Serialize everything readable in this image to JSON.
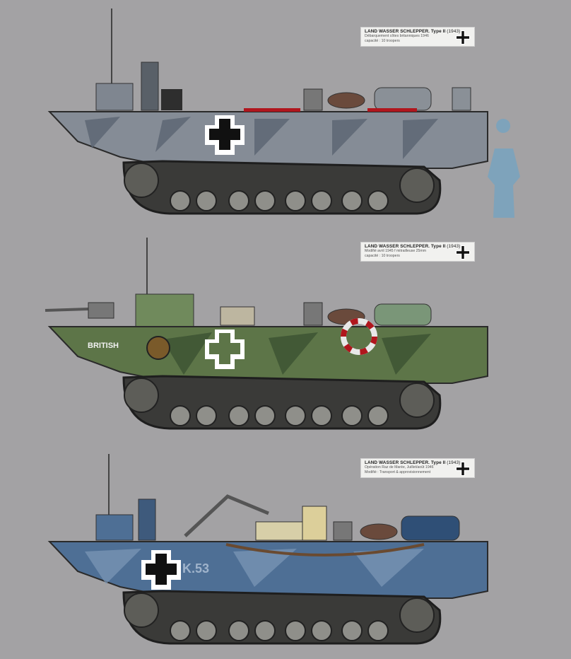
{
  "plates": [
    {
      "title": "LAND WASSER SCHLEPPER. Type II",
      "year": "(1943)",
      "line2": "Débarquement côtes britanniques 1946",
      "line3": "capacité : 10 troopers",
      "hull_color": "#858c96",
      "camo_color": "#5a6472"
    },
    {
      "title": "LAND WASSER SCHLEPPER. Type II",
      "year": "(1943)",
      "line2": "Modifié avril 1945 f mitrailleuse 25mm",
      "line3": "capacité : 10 troopers",
      "marking_text": "BRITISH",
      "hull_color": "#5d7548",
      "camo_color": "#3c5232"
    },
    {
      "title": "LAND WASSER SCHLEPPER. Type II",
      "year": "(1943)",
      "line2": "Opération Raz de Marée, Juillet/août 1946",
      "line3": "Modifié : Transport & approvisionnement",
      "marking_text": "K.53",
      "hull_color": "#4e6f95",
      "camo_color": "#7d98b8"
    }
  ],
  "colors": {
    "background": "#a3a2a4",
    "track": "#3a3a38",
    "wheel": "#8f8f8a",
    "soldier": "#7ea3bb",
    "red_accent": "#b0161d"
  },
  "icon": "balkenkreuz-icon"
}
